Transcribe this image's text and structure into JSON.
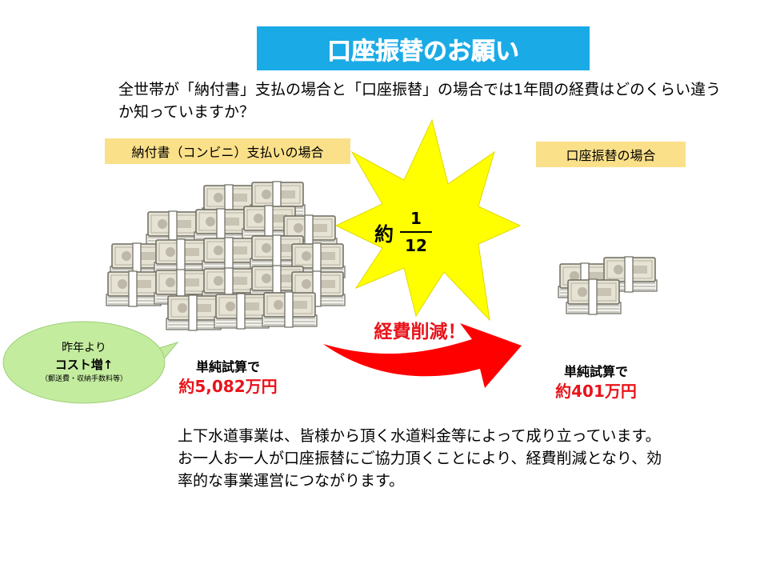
{
  "title": "口座振替のお願い",
  "intro": "全世帯が「納付書」支払の場合と「口座振替」の場合では1年間の経費はどのくらい違うか知っていますか？",
  "left_label": "納付書（コンビニ）支払いの場合",
  "right_label": "口座振替の場合",
  "fraction": {
    "prefix": "約",
    "numerator": "1",
    "denominator": "12"
  },
  "reduction": "経費削減！",
  "left_calc": {
    "line1": "単純試算で",
    "line2": "約5,082万円"
  },
  "right_calc": {
    "line1": "単純試算で",
    "line2": "約401万円"
  },
  "bubble": {
    "line1": "昨年より",
    "line2": "コスト増↑",
    "line3": "（郵送費・収納手数料等）"
  },
  "body_text": "上下水道事業は、皆様から頂く水道料金等によって成り立っています。お一人お一人が口座振替にご協力頂くことにより、経費削減となり、効率的な事業運営につながります。",
  "colors": {
    "title_bg": "#1aabe6",
    "label_bg": "#fbe08a",
    "starburst": "#ffff00",
    "arrow": "#ff0000",
    "bubble": "#c4ec9f",
    "emphasis": "#e8141b"
  },
  "icons": [
    "money-stack-large",
    "money-stack-small",
    "starburst",
    "red-arrow",
    "speech-bubble"
  ]
}
